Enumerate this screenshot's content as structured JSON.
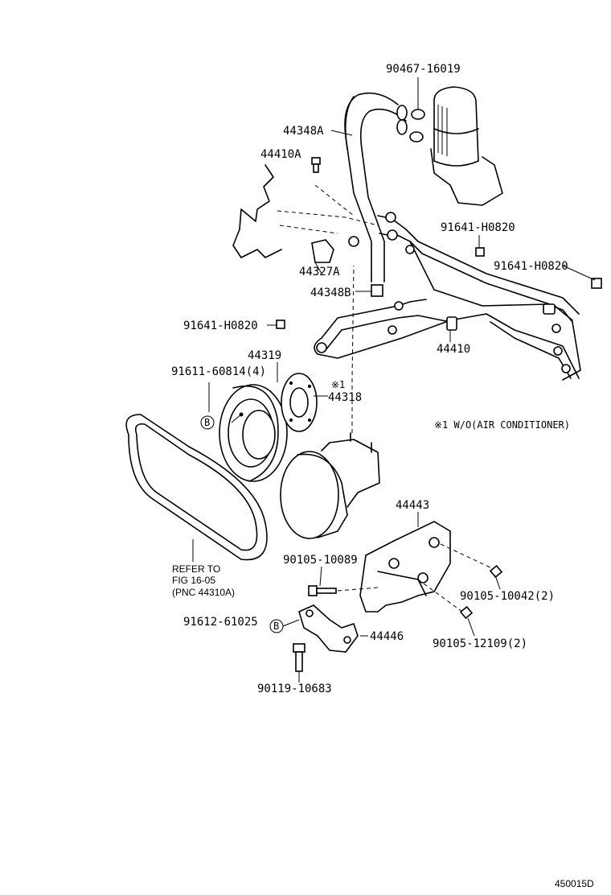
{
  "colors": {
    "ink": "#000000",
    "paper": "#ffffff"
  },
  "labels": {
    "p90467_16019": "90467-16019",
    "p44348A": "44348A",
    "p44410A": "44410A",
    "p91641_H0820_top": "91641-H0820",
    "p91641_H0820_right": "91641-H0820",
    "p44327A": "44327A",
    "p44348B": "44348B",
    "p91641_H0820_left": "91641-H0820",
    "p44319": "44319",
    "p44410": "44410",
    "p91611_60814": "91611-60814(4)",
    "note_marker": "※1",
    "p44318": "44318",
    "note_text": "※1 W/O(AIR CONDITIONER)",
    "p44443": "44443",
    "p90105_10089": "90105-10089",
    "refer_line1": "REFER TO",
    "refer_line2": "FIG 16-05",
    "refer_line3": "(PNC 44310A)",
    "p90105_10042": "90105-10042(2)",
    "p91612_61025": "91612-61025",
    "p44446": "44446",
    "p90105_12109": "90105-12109(2)",
    "p90119_10683": "90119-10683",
    "circle_b": "B",
    "diagram_id": "450015D"
  }
}
